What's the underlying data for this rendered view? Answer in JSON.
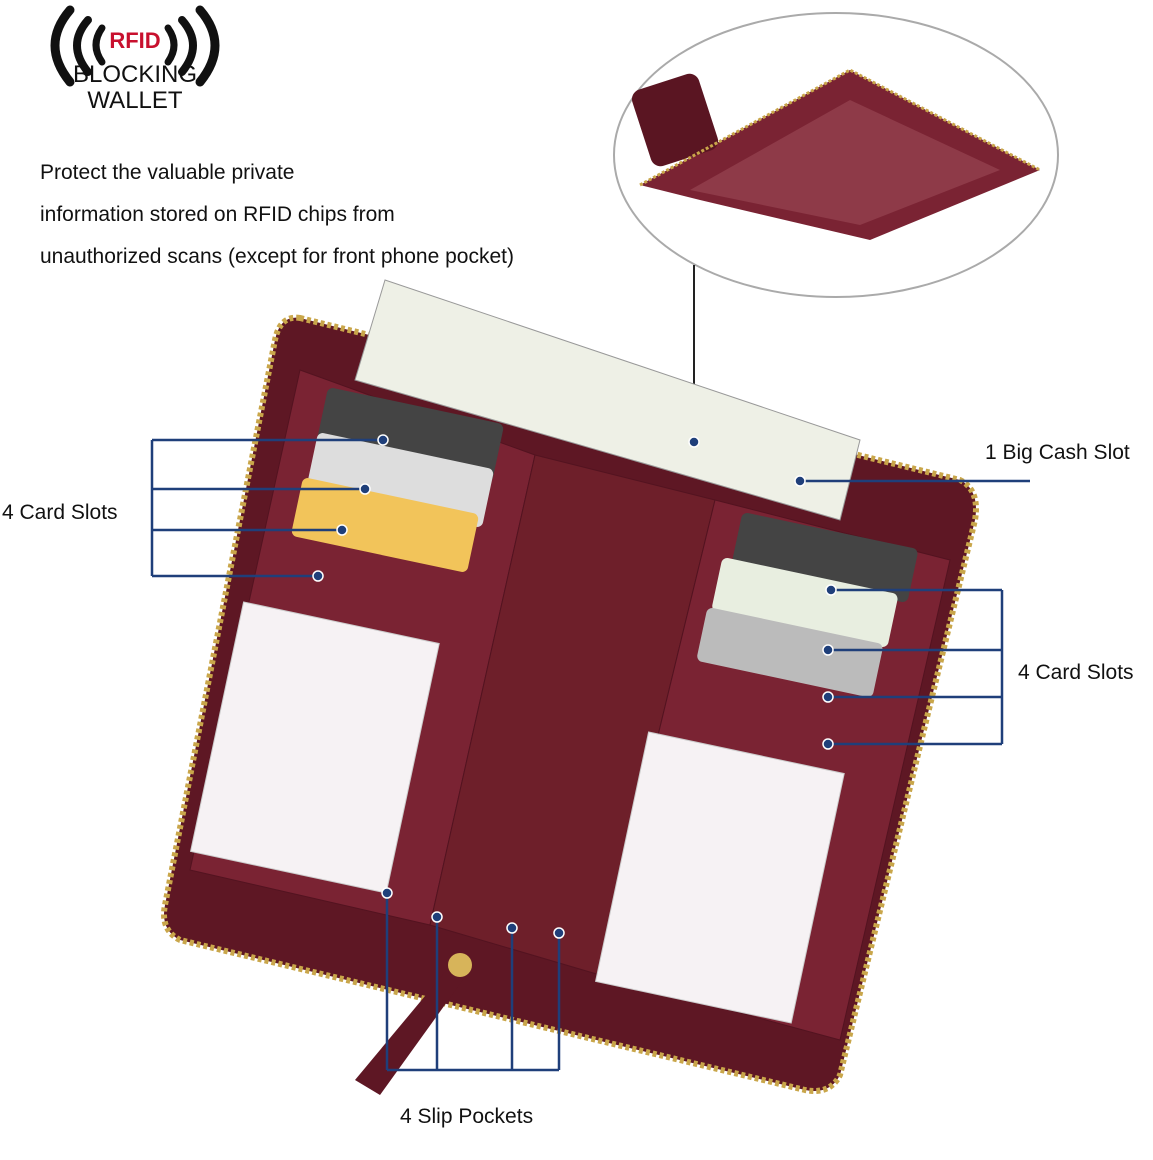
{
  "logo": {
    "rfid": "RFID",
    "line1": "BLOCKING",
    "line2": "WALLET"
  },
  "description": [
    "Protect the valuable private",
    "information stored on RFID chips from",
    "unauthorized scans (except for front phone pocket)"
  ],
  "callouts": {
    "left_card_slots": "4 Card Slots",
    "right_card_slots": "4 Card Slots",
    "cash_slot": "1 Big Cash Slot",
    "slip_pockets": "4 Slip Pockets"
  },
  "colors": {
    "callout": "#1f3f7a",
    "leather": "#6b1d2a",
    "rfid_red": "#c8102e"
  }
}
